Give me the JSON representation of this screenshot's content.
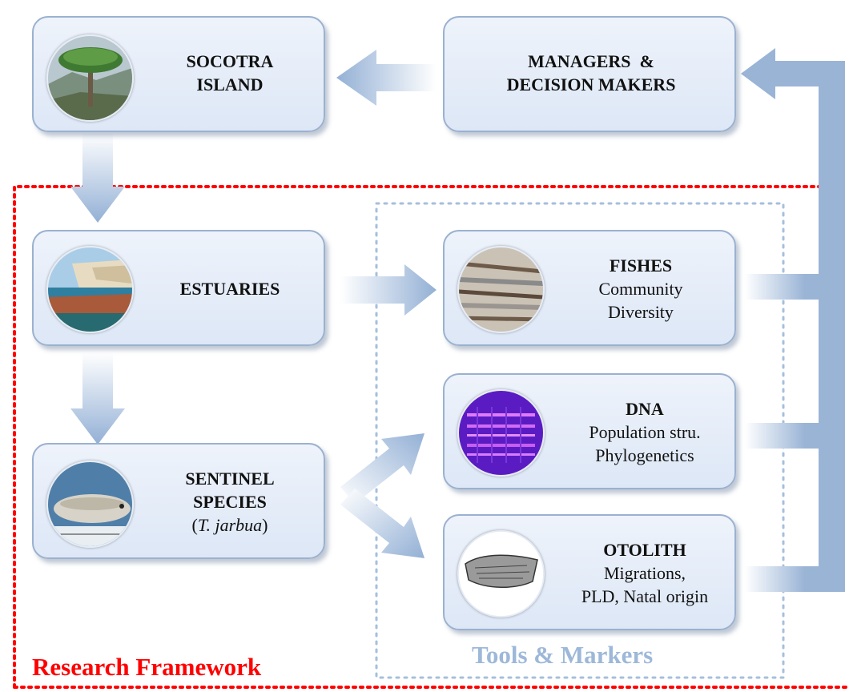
{
  "nodes": {
    "socotra": {
      "title_line1": "SOCOTRA",
      "title_line2": "ISLAND"
    },
    "managers": {
      "title_line1": "MANAGERS  &",
      "title_line2": "DECISION MAKERS"
    },
    "estuaries": {
      "title": "ESTUARIES"
    },
    "sentinel": {
      "title_line1": "SENTINEL",
      "title_line2": "SPECIES",
      "species": "T. jarbua",
      "paren_open": "(",
      "paren_close": ")"
    },
    "fishes": {
      "title": "FISHES",
      "line1": "Community",
      "line2": "Diversity"
    },
    "dna": {
      "title": "DNA",
      "line1": "Population stru.",
      "line2": "Phylogenetics"
    },
    "otolith": {
      "title": "OTOLITH",
      "line1": "Migrations,",
      "line2": "PLD, Natal origin"
    }
  },
  "frames": {
    "research": {
      "label": "Research Framework",
      "color": "#ff0000"
    },
    "tools": {
      "label": "Tools & Markers",
      "color": "#9db8d8"
    }
  },
  "colors": {
    "arrow": "#9ab4d6",
    "box_border": "#9bb1cf"
  },
  "icons": [
    "dragon-tree-photo",
    "coast-estuary-photo",
    "fish-specimen-photo",
    "fish-market-photo",
    "dna-gel-photo",
    "otolith-photo"
  ]
}
